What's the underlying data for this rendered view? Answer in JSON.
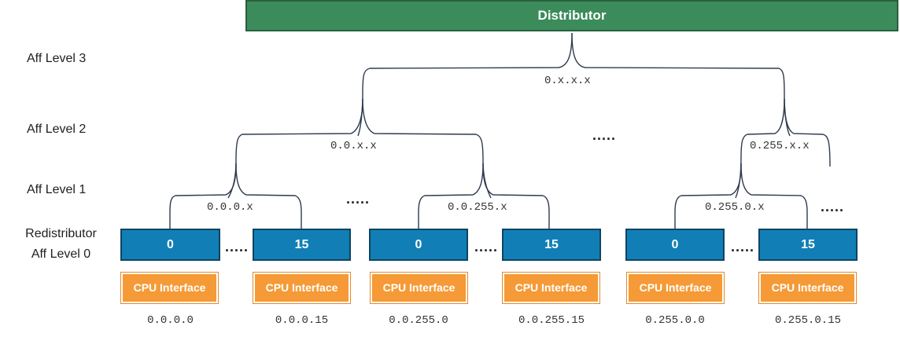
{
  "distributor": {
    "label": "Distributor"
  },
  "levels": {
    "aff3": "Aff Level 3",
    "aff2": "Aff Level 2",
    "aff1": "Aff Level 1",
    "redistributor_line1": "Redistributor",
    "redistributor_line2": "Aff Level 0"
  },
  "tree_labels": {
    "root": "0.x.x.x",
    "l2_left": "0.0.x.x",
    "l2_right": "0.255.x.x",
    "l1_a": "0.0.0.x",
    "l1_b": "0.0.255.x",
    "l1_c": "0.255.0.x"
  },
  "ellipsis": ".....",
  "redistributors": [
    "0",
    "15",
    "0",
    "15",
    "0",
    "15"
  ],
  "cpu_interface_label": "CPU Interface",
  "cpu_addresses": [
    "0.0.0.0",
    "0.0.0.15",
    "0.0.255.0",
    "0.0.255.15",
    "0.255.0.0",
    "0.255.0.15"
  ],
  "colors": {
    "distributor": "#3b8c5a",
    "redistributor": "#117fb5",
    "cpu_interface": "#f59a36",
    "connector": "#2f3a4f"
  }
}
